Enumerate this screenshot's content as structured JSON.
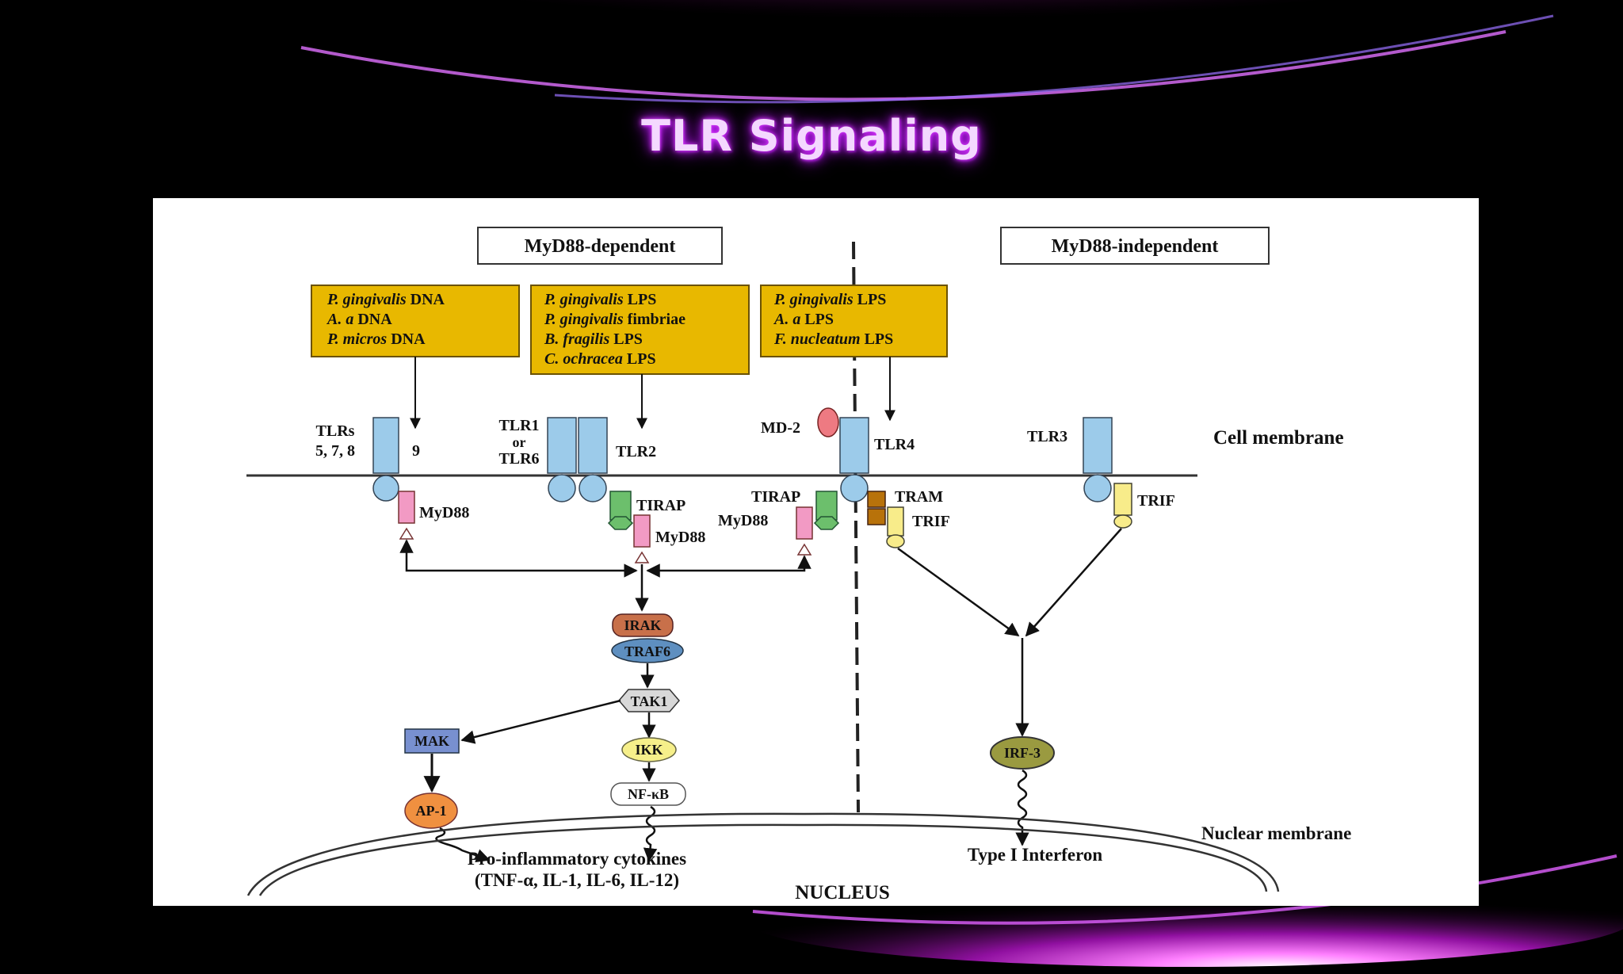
{
  "title": "TLR Signaling",
  "diagram": {
    "headers": {
      "dependent": "MyD88-dependent",
      "independent": "MyD88-independent"
    },
    "ligand_boxes": {
      "box1": [
        {
          "italic": "P. gingivalis",
          "plain": " DNA"
        },
        {
          "italic": "A. a",
          "plain": " DNA"
        },
        {
          "italic": "P. micros",
          "plain": " DNA"
        }
      ],
      "box2": [
        {
          "italic": "P. gingivalis",
          "plain": " LPS"
        },
        {
          "italic": "P. gingivalis",
          "plain": " fimbriae"
        },
        {
          "italic": "B. fragilis",
          "plain": " LPS"
        },
        {
          "italic": "C. ochracea",
          "plain": " LPS"
        }
      ],
      "box3": [
        {
          "italic": "P. gingivalis",
          "plain": " LPS"
        },
        {
          "italic": "A. a",
          "plain": " LPS"
        },
        {
          "italic": "F. nucleatum",
          "plain": " LPS"
        }
      ]
    },
    "labels": {
      "tlrs_line1": "TLRs",
      "tlrs_line2": "5, 7, 8",
      "tlrs_9": "9",
      "tlr1": "TLR1",
      "or": "or",
      "tlr6": "TLR6",
      "tlr2": "TLR2",
      "md2": "MD-2",
      "tlr4": "TLR4",
      "tlr3": "TLR3",
      "cell_membrane": "Cell membrane",
      "myd88_a": "MyD88",
      "tirap_a": "TIRAP",
      "myd88_b": "MyD88",
      "tirap_b": "TIRAP",
      "myd88_c": "MyD88",
      "tram": "TRAM",
      "trif_a": "TRIF",
      "trif_b": "TRIF",
      "irak": "IRAK",
      "traf6": "TRAF6",
      "tak1": "TAK1",
      "mak": "MAK",
      "ikk": "IKK",
      "nfkb": "NF-κB",
      "ap1": "AP-1",
      "irf3": "IRF-3",
      "nuclear_membrane": "Nuclear membrane",
      "cytokines_line1": "Pro-inflammatory cytokines",
      "cytokines_line2": "(TNF-α, IL-1, IL-6, IL-12)",
      "type1_ifn": "Type I Interferon",
      "nucleus": "NUCLEUS"
    },
    "colors": {
      "ligand_box": "#e8b800",
      "receptor": "#9ccbea",
      "myd88": "#f29ac4",
      "tirap": "#6cbf6c",
      "tram": "#b8720a",
      "trif": "#f8ec8a",
      "irak": "#c8704a",
      "traf6": "#5e8fc0",
      "tak1": "#d8d8d8",
      "mak": "#7890d0",
      "ikk": "#f6ef8a",
      "ap1": "#f09040",
      "irf3": "#9a9a40",
      "md2": "#ee7a82"
    }
  }
}
